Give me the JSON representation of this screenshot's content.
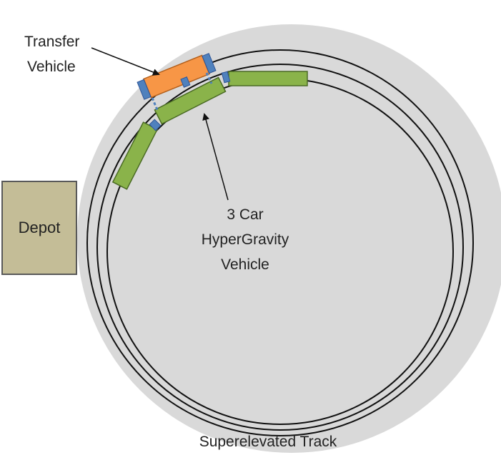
{
  "labels": {
    "transfer_line1": "Transfer",
    "transfer_line2": "Vehicle",
    "depot": "Depot",
    "hg_line1": "3 Car",
    "hg_line2": "HyperGravity",
    "hg_line3": "Vehicle",
    "track": "Superelevated Track"
  },
  "colors": {
    "platform": "#d9d9d9",
    "track_rail": "#111111",
    "depot_fill": "#c4bd97",
    "depot_border": "#595959",
    "hypergravity_car": "#8ab34a",
    "hypergravity_border": "#4a6b24",
    "transfer_body": "#f79646",
    "transfer_border": "#b4601c",
    "coupler": "#4f81bd"
  }
}
